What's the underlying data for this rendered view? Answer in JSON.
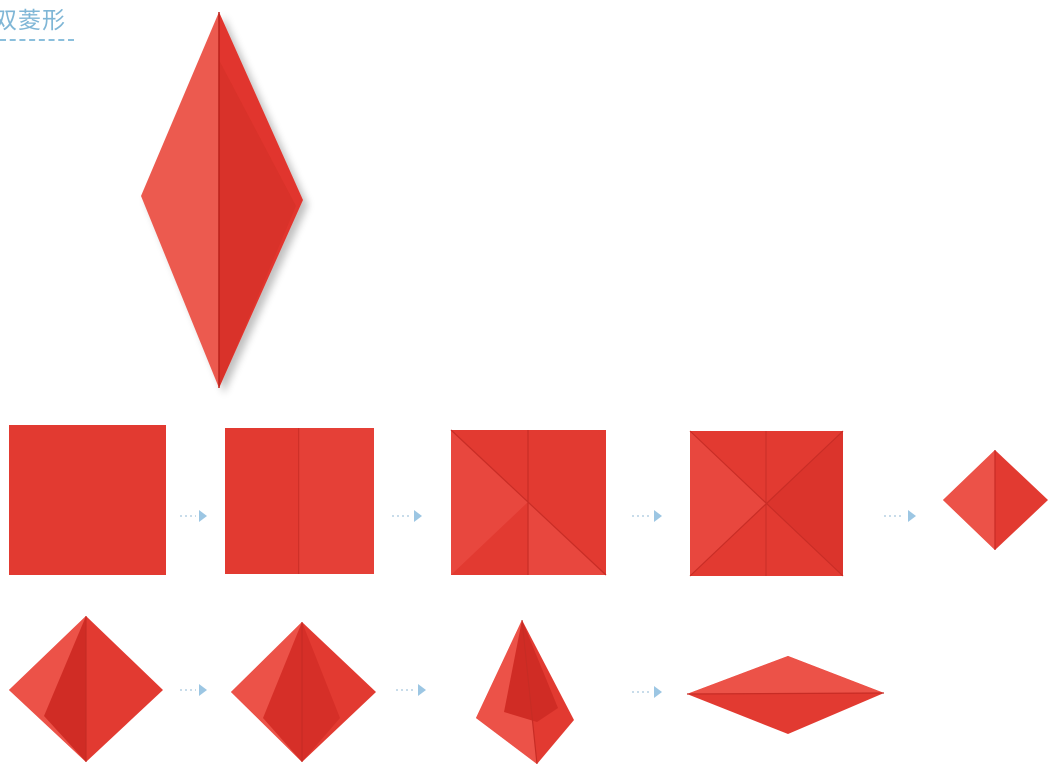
{
  "page": {
    "title": "双菱形"
  },
  "colors": {
    "paper_dark": "#d92f28",
    "paper_mid": "#e33b32",
    "paper_light": "#ec5248",
    "arrow": "#9cc6e3",
    "heading": "#7fb6d6"
  },
  "steps": [
    "final-double-diamond",
    "step-1-square",
    "step-2-vertical-crease",
    "step-3-diagonal-crease",
    "step-4-both-diagonals",
    "step-5-small-square-base",
    "step-6-fold-left-flap",
    "step-7-fold-both-flaps",
    "step-8-kite",
    "step-9-flat-diamond"
  ]
}
